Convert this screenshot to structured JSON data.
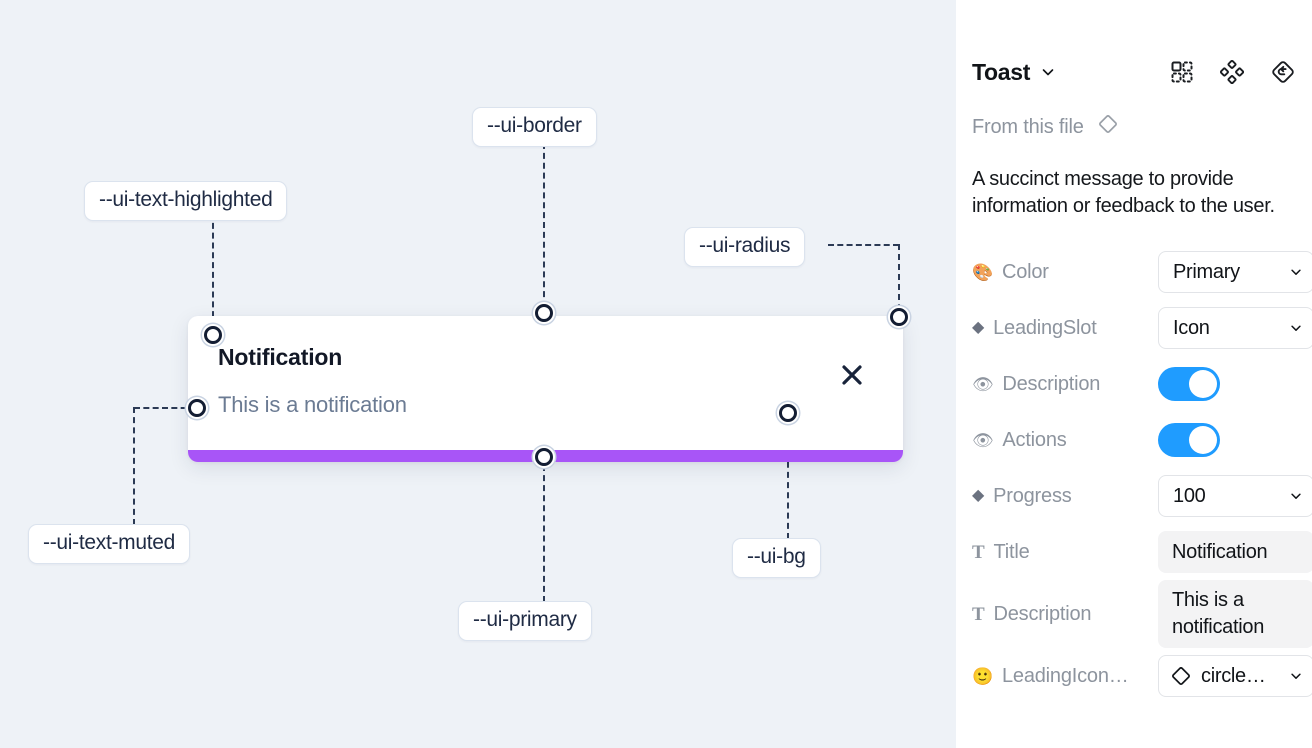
{
  "canvas": {
    "background": "#eef2f7",
    "toast": {
      "title": "Notification",
      "description": "This is a notification",
      "close_icon": "close-icon",
      "accent_color": "#a855f7",
      "background": "#ffffff"
    },
    "annotations": [
      {
        "id": "ui-border",
        "label": "--ui-border"
      },
      {
        "id": "ui-text-highlighted",
        "label": "--ui-text-highlighted"
      },
      {
        "id": "ui-radius",
        "label": "--ui-radius"
      },
      {
        "id": "ui-text-muted",
        "label": "--ui-text-muted"
      },
      {
        "id": "ui-primary",
        "label": "--ui-primary"
      },
      {
        "id": "ui-bg",
        "label": "--ui-bg"
      }
    ]
  },
  "panel": {
    "title": "Toast",
    "title_chevron": "chevron-down-icon",
    "header_icons": [
      {
        "name": "component-set-icon"
      },
      {
        "name": "variants-diamond-icon"
      },
      {
        "name": "reset-instance-icon"
      }
    ],
    "from_file": {
      "label": "From this file",
      "icon": "diamond-icon"
    },
    "description": "A succinct message to provide information or feedback to the user.",
    "properties": [
      {
        "icon": "palette-emoji",
        "glyph": "🎨",
        "label": "Color",
        "control": "select",
        "value": "Primary"
      },
      {
        "icon": "diamond-icon",
        "glyph": "◆",
        "label": "LeadingSlot",
        "control": "select",
        "value": "Icon"
      },
      {
        "icon": "eye-emoji",
        "glyph": "👁",
        "label": "Description",
        "control": "toggle",
        "value": "on"
      },
      {
        "icon": "eye-emoji",
        "glyph": "👁",
        "label": "Actions",
        "control": "toggle",
        "value": "on"
      },
      {
        "icon": "diamond-icon",
        "glyph": "◆",
        "label": "Progress",
        "control": "select",
        "value": "100"
      },
      {
        "icon": "text-glyph",
        "glyph": "T",
        "label": "Title",
        "control": "text",
        "value": "Notification"
      },
      {
        "icon": "text-glyph",
        "glyph": "T",
        "label": "Description",
        "control": "text",
        "value": "This is a notification"
      },
      {
        "icon": "smiley-emoji",
        "glyph": "🙂",
        "label": "LeadingIcon…",
        "control": "icon-select",
        "value": "circle…"
      }
    ],
    "toggle_color": "#1f9cff"
  }
}
